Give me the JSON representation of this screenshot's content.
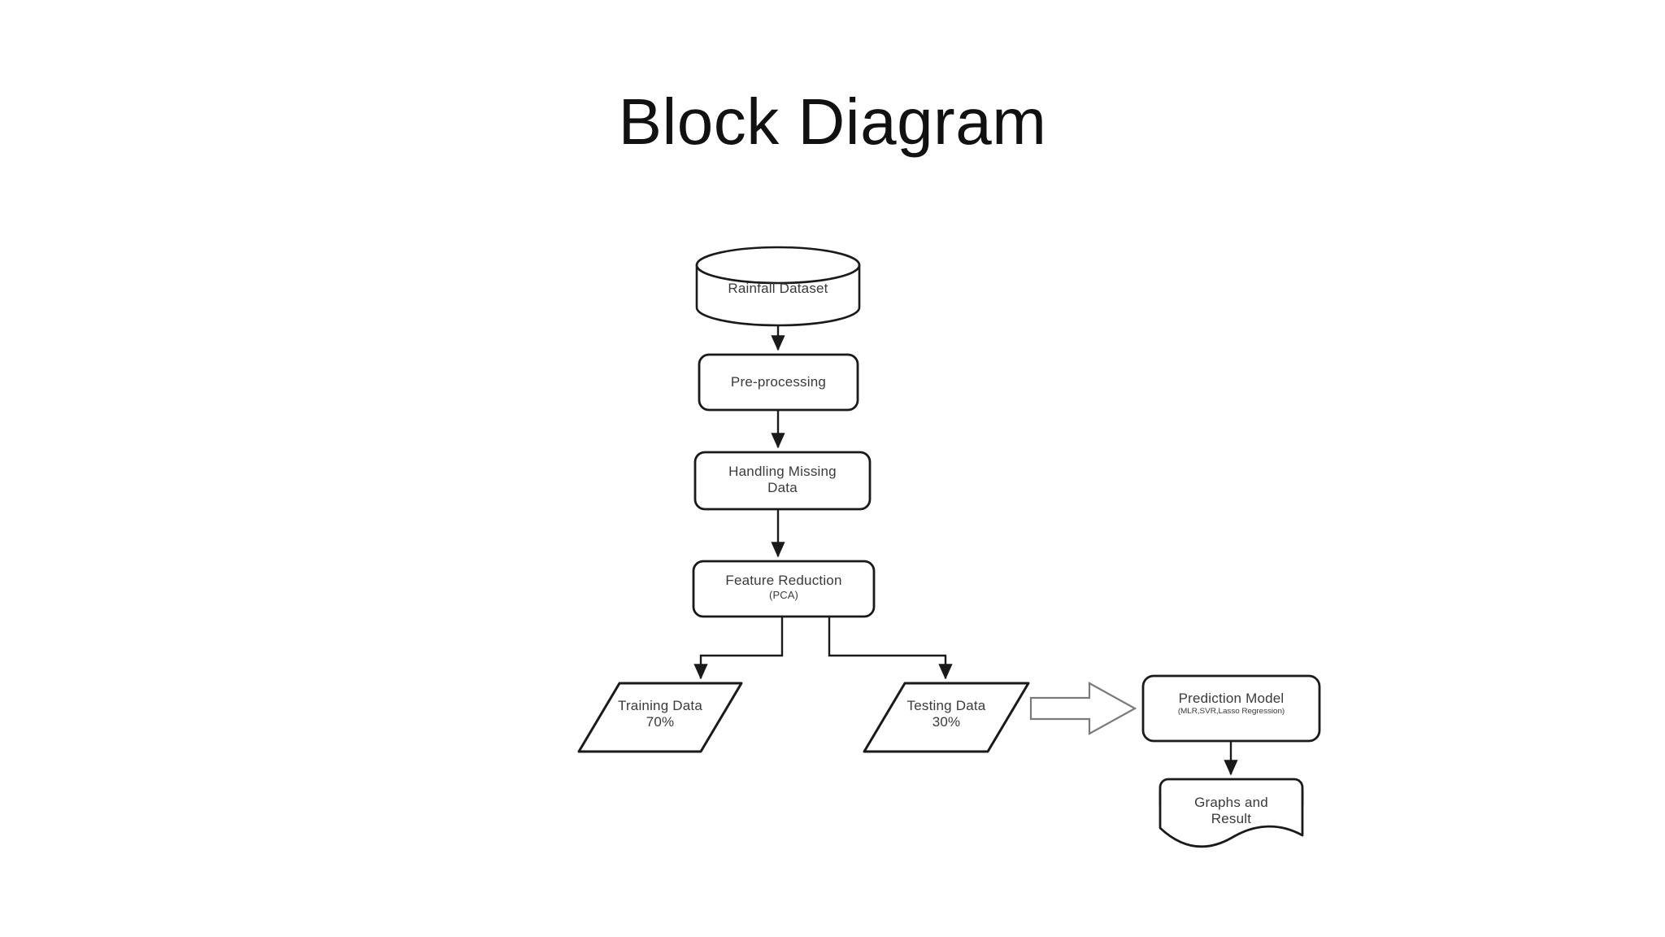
{
  "slide": {
    "title": "Block Diagram",
    "background_color": "#ffffff",
    "title_color": "#111111"
  },
  "diagram": {
    "stroke_color": "#1a1a1a",
    "fill_color": "#ffffff",
    "label_color": "#3a3a3a",
    "nodes": [
      {
        "id": "rainfall-dataset",
        "shape": "cylinder",
        "label": "Rainfall Dataset",
        "sublabel": ""
      },
      {
        "id": "pre-processing",
        "shape": "rounded-rect",
        "label": "Pre-processing",
        "sublabel": ""
      },
      {
        "id": "handling-missing-data",
        "shape": "rounded-rect",
        "label": "Handling Missing",
        "sublabel": "Data"
      },
      {
        "id": "feature-reduction",
        "shape": "rounded-rect",
        "label": "Feature Reduction",
        "sublabel": "(PCA)"
      },
      {
        "id": "training-data",
        "shape": "parallelogram",
        "label": "Training Data",
        "sublabel": "70%"
      },
      {
        "id": "testing-data",
        "shape": "parallelogram",
        "label": "Testing Data",
        "sublabel": "30%"
      },
      {
        "id": "prediction-model",
        "shape": "rounded-rect",
        "label": "Prediction Model",
        "sublabel": "(MLR,SVR,Lasso Regression)"
      },
      {
        "id": "graphs-and-result",
        "shape": "document",
        "label": "Graphs and",
        "sublabel": "Result"
      }
    ],
    "connectors": [
      {
        "id": "rainfall-to-preprocessing",
        "from": "rainfall-dataset",
        "to": "pre-processing",
        "type": "arrow-down"
      },
      {
        "id": "preprocessing-to-missing",
        "from": "pre-processing",
        "to": "handling-missing-data",
        "type": "arrow-down"
      },
      {
        "id": "missing-to-feature",
        "from": "handling-missing-data",
        "to": "feature-reduction",
        "type": "arrow-down"
      },
      {
        "id": "feature-to-training",
        "from": "feature-reduction",
        "to": "training-data",
        "type": "elbow-left"
      },
      {
        "id": "feature-to-testing",
        "from": "feature-reduction",
        "to": "testing-data",
        "type": "elbow-right"
      },
      {
        "id": "testing-to-prediction",
        "from": "testing-data",
        "to": "prediction-model",
        "type": "block-arrow-right"
      },
      {
        "id": "prediction-to-graphs",
        "from": "prediction-model",
        "to": "graphs-and-result",
        "type": "arrow-down"
      }
    ]
  }
}
